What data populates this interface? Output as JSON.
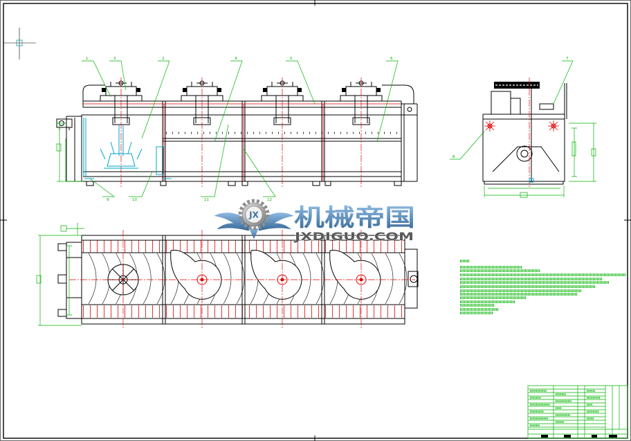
{
  "colors": {
    "outline": "#000000",
    "centerline": "#e00000",
    "leader": "#00b400",
    "cutaway": "#00a6c8",
    "watermark_blue": "#3d6e9c",
    "watermark_gray": "#555555"
  },
  "watermark": {
    "logo_mark": "JX",
    "title": "机械帝国",
    "url": "JXDIGUO.COM"
  },
  "part_labels": [
    "1",
    "3",
    "2",
    "4",
    "5",
    "6",
    "7",
    "8",
    "9",
    "10",
    "11",
    "12"
  ]
}
